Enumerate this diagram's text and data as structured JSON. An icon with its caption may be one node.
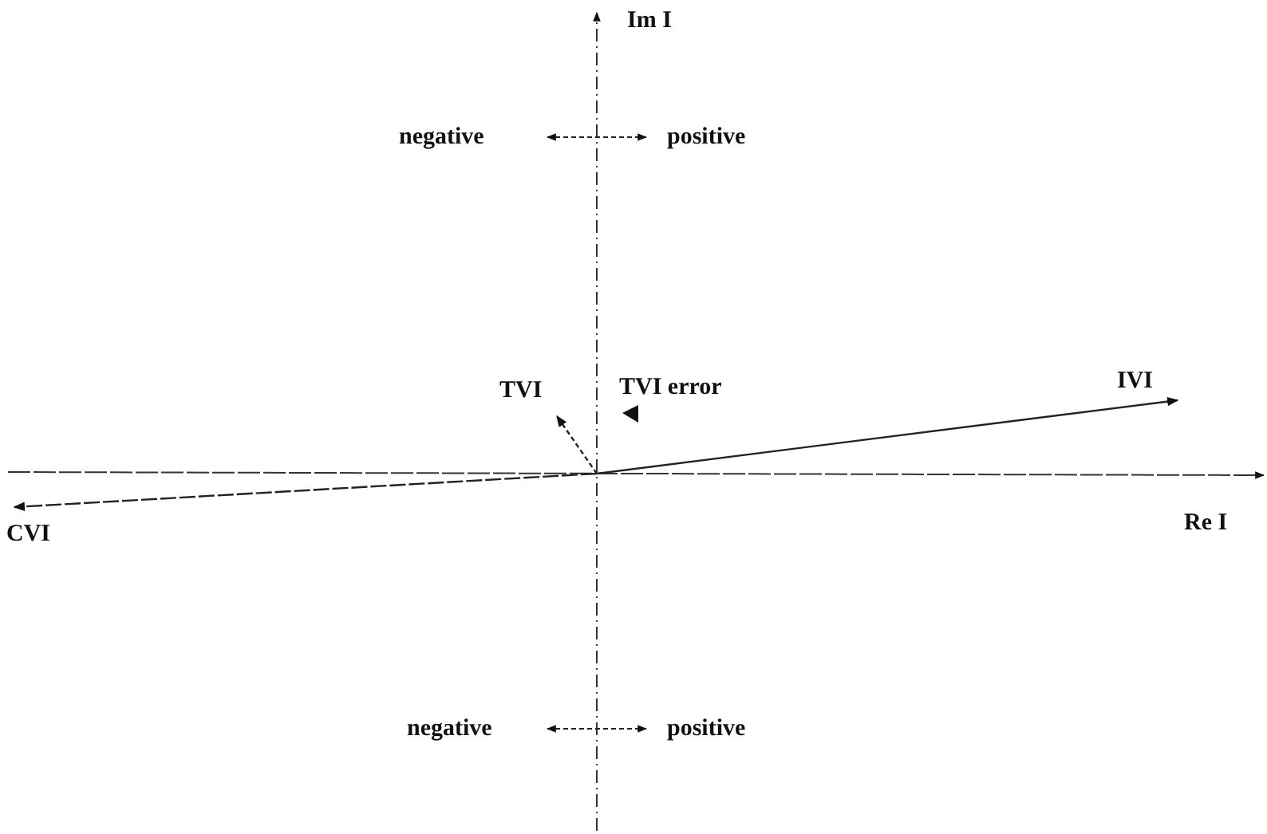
{
  "diagram": {
    "labels": [
      "Im I",
      "negative",
      "positive",
      "TVI",
      "TVI error",
      "IVI",
      "CVI",
      "Re I",
      "negative",
      "positive"
    ]
  }
}
